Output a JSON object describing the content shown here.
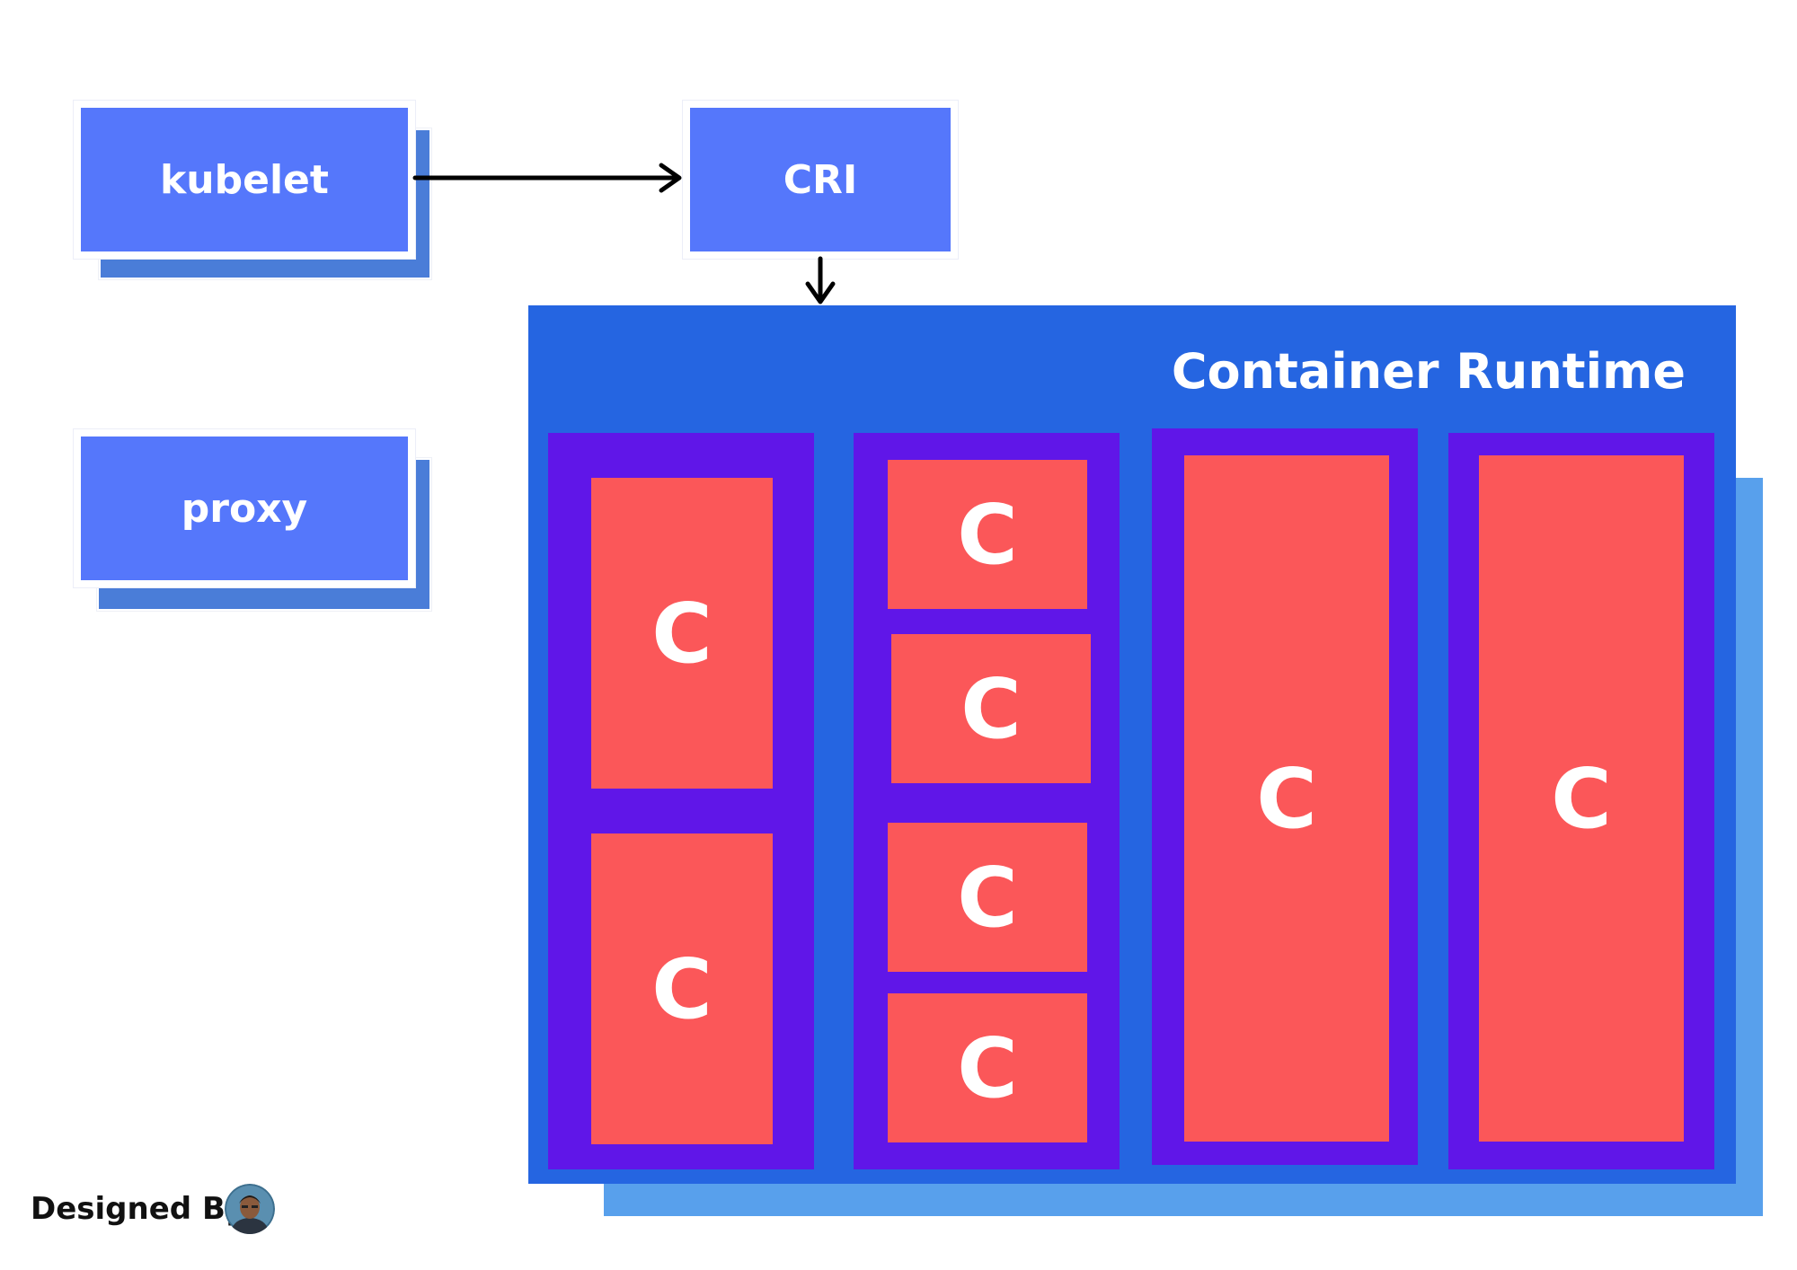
{
  "components": {
    "kubelet": {
      "label": "kubelet"
    },
    "cri": {
      "label": "CRI"
    },
    "proxy": {
      "label": "proxy"
    }
  },
  "runtime": {
    "title": "Container Runtime",
    "pods": [
      {
        "containers": [
          "C",
          "C"
        ]
      },
      {
        "containers": [
          "C",
          "C",
          "C",
          "C"
        ]
      },
      {
        "containers": [
          "C"
        ]
      },
      {
        "containers": [
          "C"
        ]
      }
    ]
  },
  "footer": {
    "designed_by": "Designed By",
    "avatar_icon": "person-avatar-icon"
  },
  "colors": {
    "component_blue": "#5577fb",
    "component_shadow": "#4a7dd8",
    "runtime_blue": "#2565e1",
    "runtime_shadow": "#58a0ec",
    "pod_purple": "#6016e8",
    "container_red": "#fb5759",
    "arrow": "#000000"
  }
}
